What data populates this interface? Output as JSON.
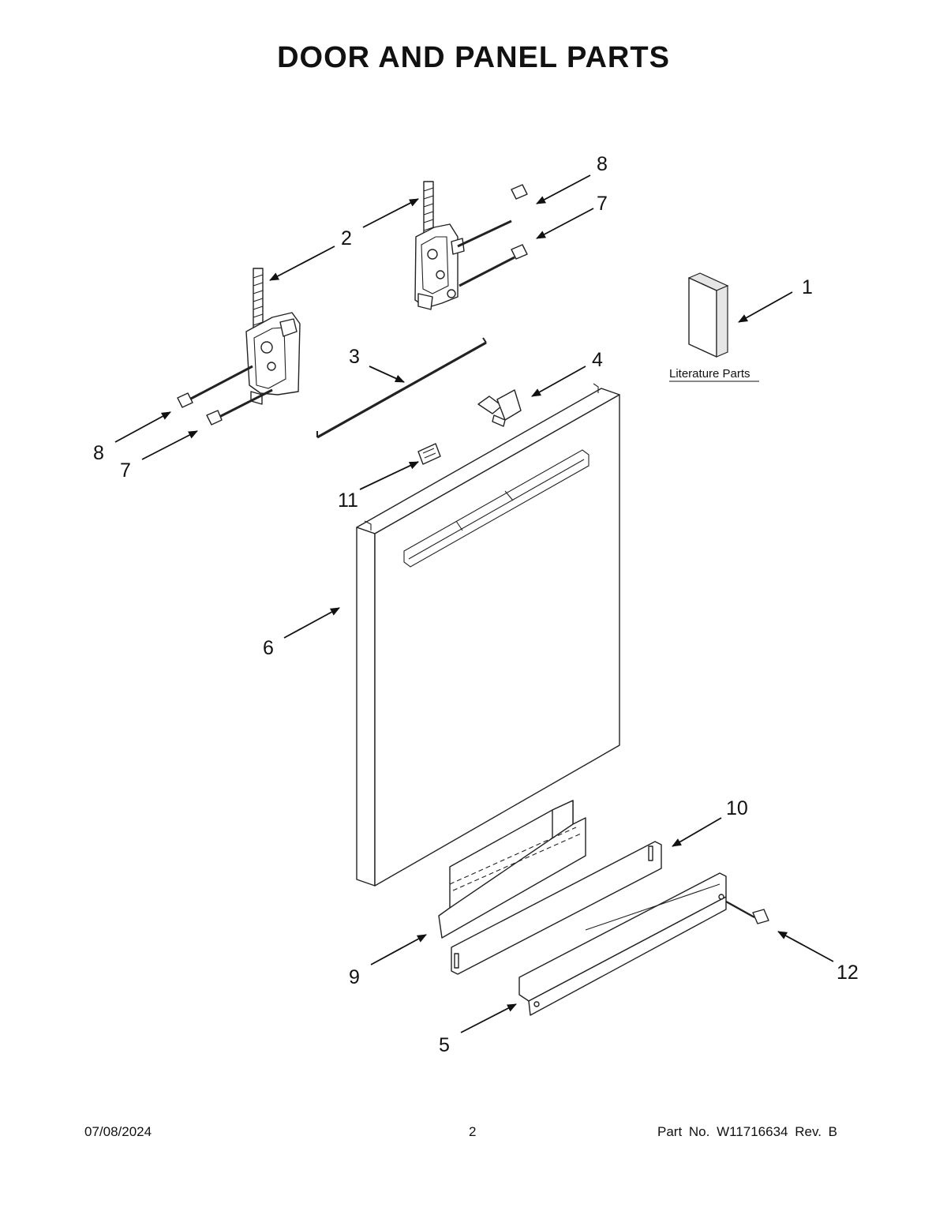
{
  "title": "DOOR AND PANEL PARTS",
  "literature_label": "Literature Parts",
  "callouts": {
    "c1": "1",
    "c2": "2",
    "c3": "3",
    "c4": "4",
    "c5": "5",
    "c6": "6",
    "c7_right": "7",
    "c7_left": "7",
    "c8_right": "8",
    "c8_left": "8",
    "c9": "9",
    "c10": "10",
    "c11": "11",
    "c12": "12"
  },
  "footer": {
    "date": "07/08/2024",
    "page": "2",
    "part": "Part No.  W11716634  Rev.  B"
  }
}
